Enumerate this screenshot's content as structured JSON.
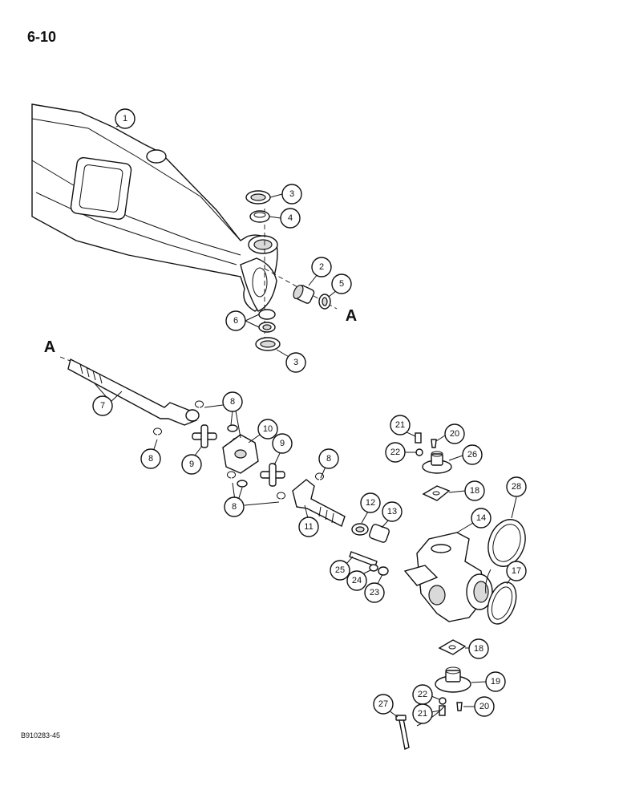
{
  "page": {
    "number": "6-10",
    "figure_id": "B910283-45"
  },
  "reference_labels": [
    "A",
    "A"
  ],
  "callouts": [
    "1",
    "3",
    "4",
    "2",
    "5",
    "6",
    "3",
    "7",
    "8",
    "8",
    "10",
    "9",
    "8",
    "9",
    "8",
    "11",
    "12",
    "13",
    "14",
    "21",
    "20",
    "22",
    "26",
    "18",
    "28",
    "17",
    "25",
    "24",
    "23",
    "18",
    "19",
    "22",
    "20",
    "27",
    "21"
  ]
}
